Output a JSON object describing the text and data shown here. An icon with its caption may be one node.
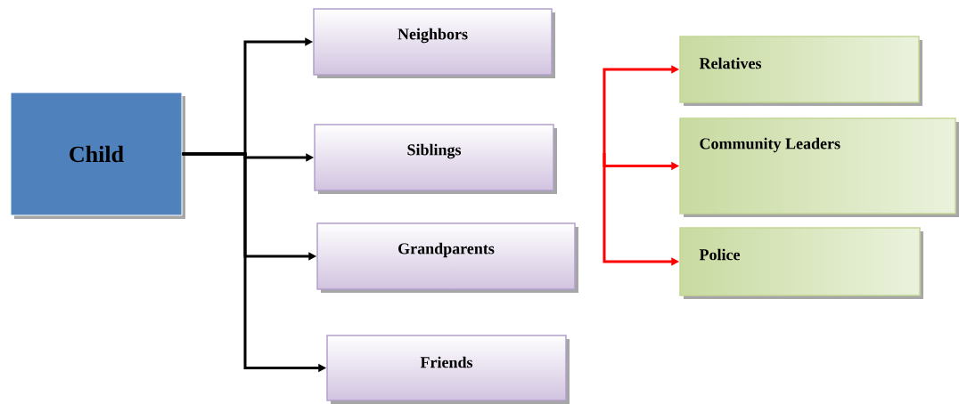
{
  "diagram": {
    "nodes": [
      {
        "text": [
          "Child"
        ]
      },
      {
        "text": [
          "Neighbors"
        ]
      },
      {
        "text": [
          "Siblings"
        ]
      },
      {
        "text": [
          "Grandparents"
        ]
      },
      {
        "text": [
          "Friends"
        ]
      },
      {
        "text": [
          "Relatives"
        ]
      },
      {
        "text": [
          "Community Leaders"
        ]
      },
      {
        "text": [
          "Police"
        ]
      }
    ],
    "edges": [
      {
        "from": 0,
        "to": 1,
        "arrow": "to"
      },
      {
        "from": 0,
        "to": 2,
        "arrow": "to"
      },
      {
        "from": 0,
        "to": 3,
        "arrow": "to"
      },
      {
        "from": 0,
        "to": 4,
        "arrow": "to"
      },
      {
        "from": null,
        "to": 5,
        "arrow": "to",
        "color": "#ff0000"
      },
      {
        "from": null,
        "to": 6,
        "arrow": "to",
        "color": "#ff0000"
      },
      {
        "from": null,
        "to": 7,
        "arrow": "to",
        "color": "#ff0000"
      }
    ]
  }
}
